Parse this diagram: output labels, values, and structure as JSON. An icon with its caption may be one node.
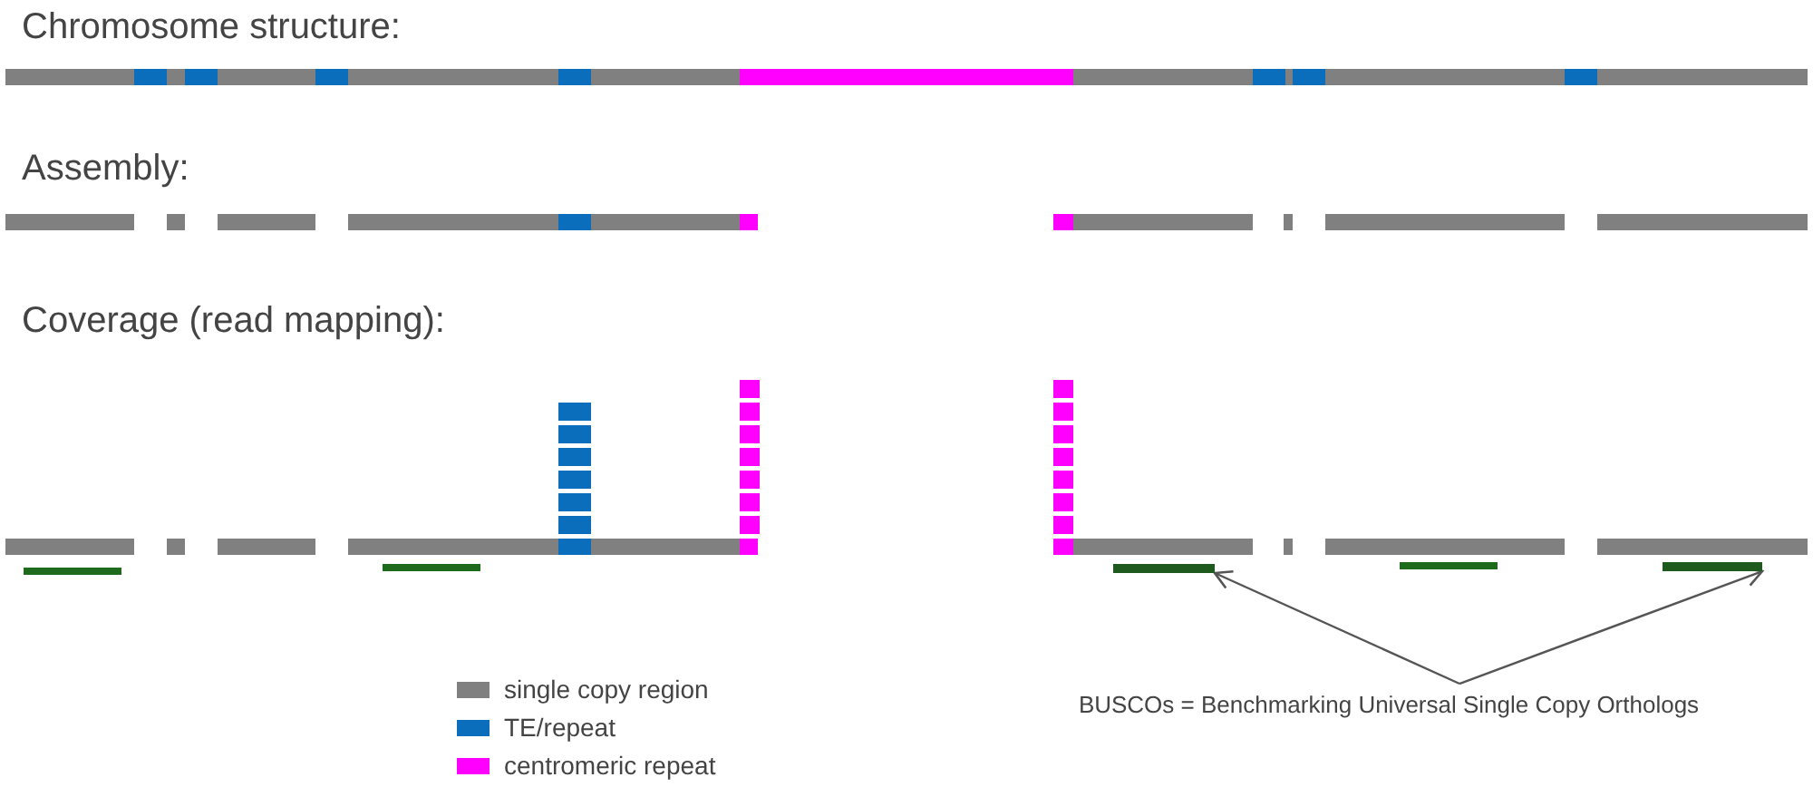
{
  "diagram": {
    "nodes": [
      {
        "text": [
          "BUSCOs = Benchmarking Universal Single Copy Orthologs"
        ]
      },
      {
        "text": [],
        "shape": "bar"
      },
      {
        "text": [],
        "shape": "bar"
      }
    ],
    "edges": [
      {
        "from": 0,
        "to": 1,
        "arrow": "to"
      },
      {
        "from": 0,
        "to": 2,
        "arrow": "to"
      }
    ],
    "labels": [
      "Chromosome structure:",
      "Assembly:",
      "Coverage (read mapping):"
    ],
    "legend": [
      {
        "text": "single copy region",
        "color": "#808080"
      },
      {
        "text": "TE/repeat",
        "color": "#0a6ebd"
      },
      {
        "text": "centromeric repeat",
        "color": "#ff00ff"
      }
    ]
  }
}
